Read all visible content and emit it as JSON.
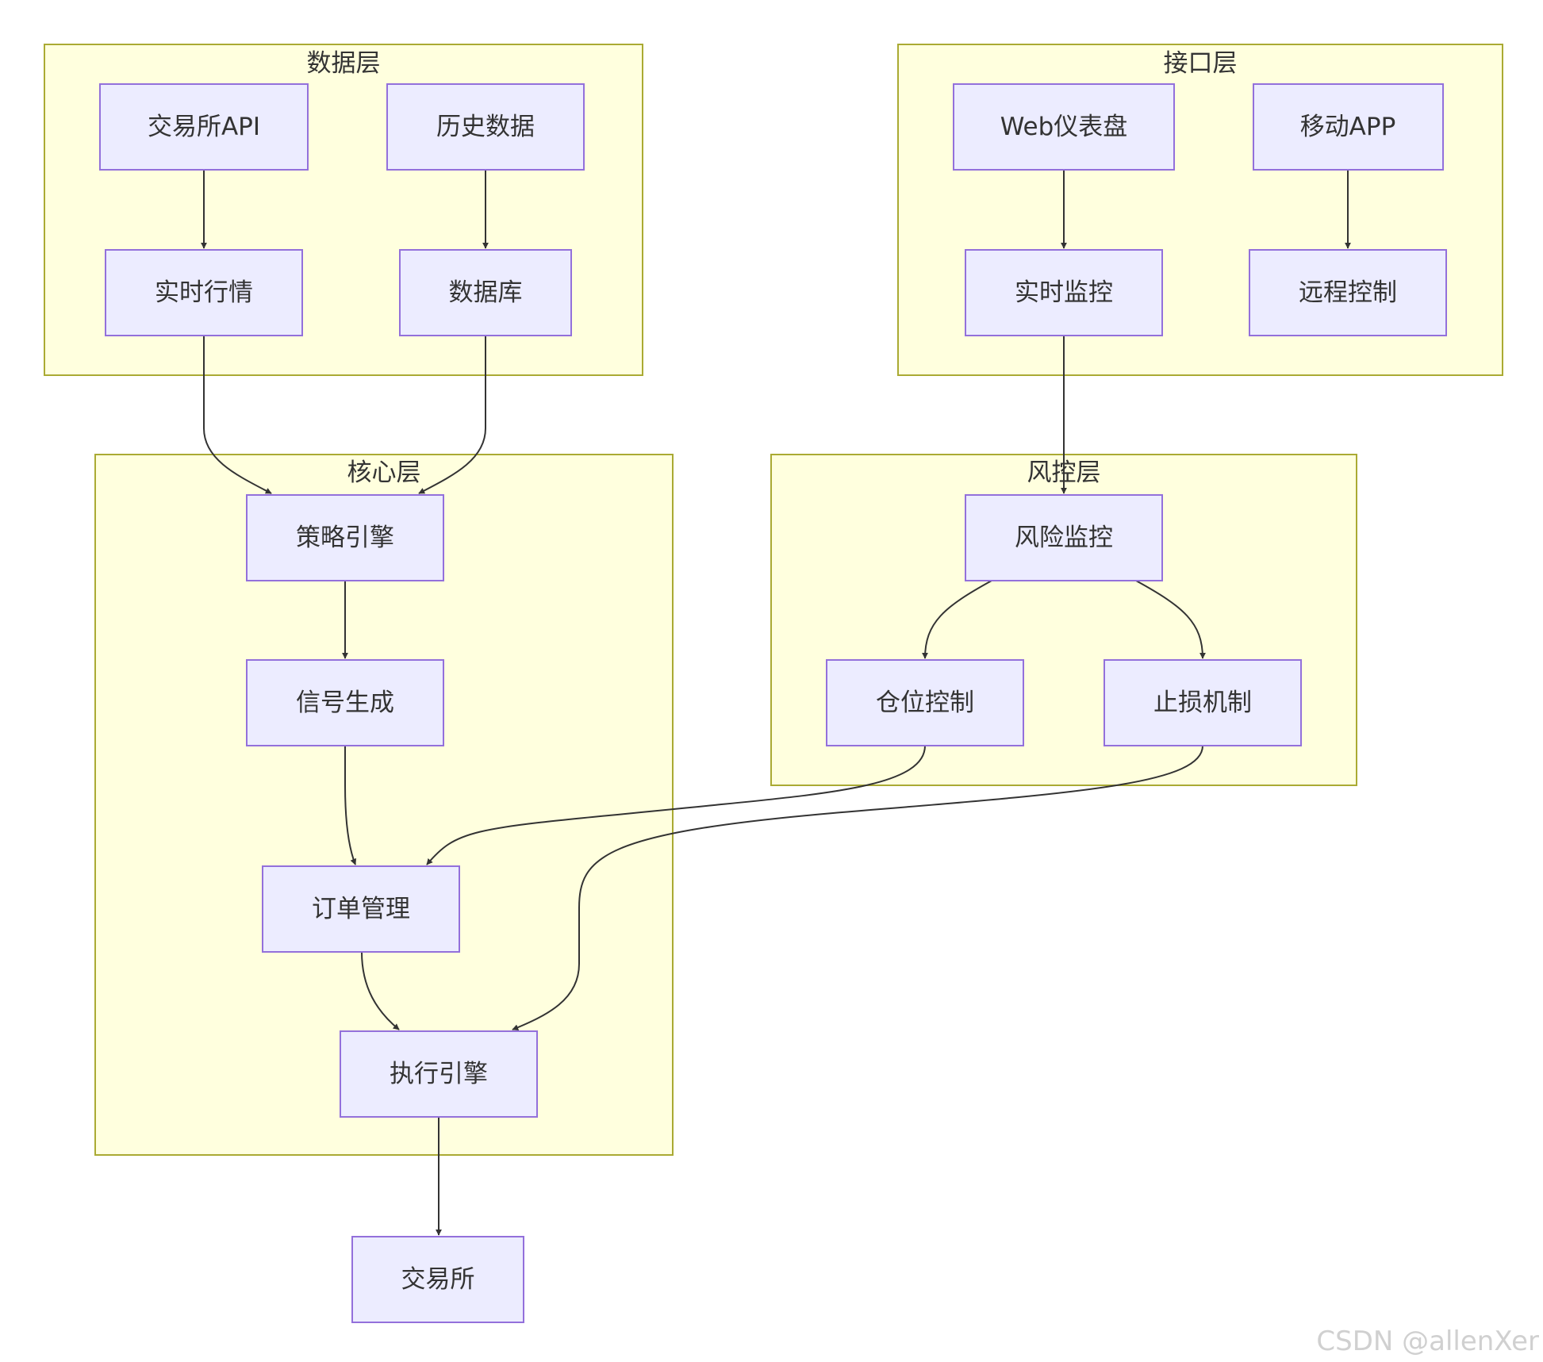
{
  "clusters": {
    "data": "数据层",
    "interface": "接口层",
    "core": "核心层",
    "risk": "风控层"
  },
  "nodes": {
    "exchange_api": "交易所API",
    "history": "历史数据",
    "realtime_quote": "实时行情",
    "database": "数据库",
    "web_dashboard": "Web仪表盘",
    "mobile_app": "移动APP",
    "realtime_monitor": "实时监控",
    "remote_control": "远程控制",
    "strategy_engine": "策略引擎",
    "signal_gen": "信号生成",
    "order_mgmt": "订单管理",
    "exec_engine": "执行引擎",
    "risk_monitor": "风险监控",
    "position_ctrl": "仓位控制",
    "stop_loss": "止损机制",
    "exchange": "交易所"
  },
  "edges": [
    [
      "exchange_api",
      "realtime_quote"
    ],
    [
      "history",
      "database"
    ],
    [
      "web_dashboard",
      "realtime_monitor"
    ],
    [
      "mobile_app",
      "remote_control"
    ],
    [
      "realtime_quote",
      "strategy_engine"
    ],
    [
      "database",
      "strategy_engine"
    ],
    [
      "realtime_monitor",
      "risk_monitor"
    ],
    [
      "strategy_engine",
      "signal_gen"
    ],
    [
      "signal_gen",
      "order_mgmt"
    ],
    [
      "risk_monitor",
      "position_ctrl"
    ],
    [
      "risk_monitor",
      "stop_loss"
    ],
    [
      "position_ctrl",
      "order_mgmt"
    ],
    [
      "stop_loss",
      "exec_engine"
    ],
    [
      "order_mgmt",
      "exec_engine"
    ],
    [
      "exec_engine",
      "exchange"
    ]
  ],
  "watermark": "CSDN @allenXer"
}
